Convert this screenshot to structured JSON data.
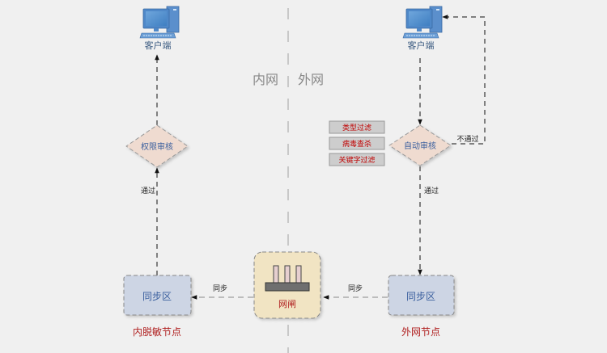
{
  "zones": {
    "inner": "内网",
    "outer": "外网"
  },
  "inner": {
    "client_label": "客户端",
    "decision_label": "权限审核",
    "pass_label": "通过",
    "sync_zone_label": "同步区",
    "node_label": "内脱敏节点"
  },
  "outer": {
    "client_label": "客户端",
    "decision_label": "自动审核",
    "pass_label": "通过",
    "reject_label": "不通过",
    "filters": [
      "类型过滤",
      "病毒查杀",
      "关键字过滤"
    ],
    "sync_zone_label": "同步区",
    "node_label": "外网节点"
  },
  "gateway": {
    "label": "网闸"
  },
  "sync_left_label": "同步",
  "sync_right_label": "同步",
  "colors": {
    "background": "#f0f0f0",
    "divider": "#c8c8c8",
    "zone_text": "#888888",
    "client_text": "#3a5a80",
    "decision_fill": "#efdbd0",
    "decision_text": "#3a5f9e",
    "sync_fill": "#cdd5e4",
    "sync_text": "#3a5f9e",
    "gateway_fill": "#f1e4c3",
    "node_text": "#b02020",
    "filter_fill": "#cdcdcd",
    "filter_text": "#c00000"
  }
}
